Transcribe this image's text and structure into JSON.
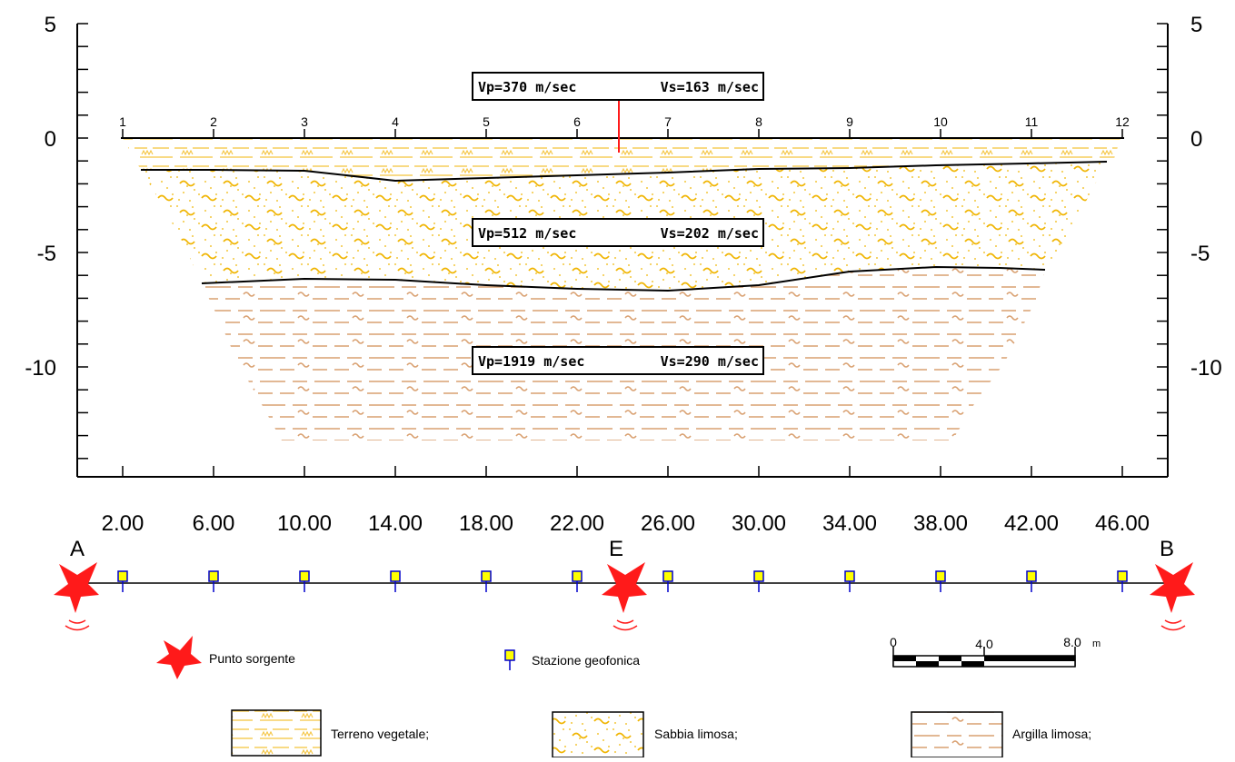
{
  "section": {
    "y_axis_ticks": [
      "5",
      "0",
      "-5",
      "-10"
    ],
    "x_axis_ticks": [
      "2.00",
      "6.00",
      "10.00",
      "14.00",
      "18.00",
      "22.00",
      "26.00",
      "30.00",
      "34.00",
      "38.00",
      "42.00",
      "46.00"
    ],
    "geophone_numbers": [
      "1",
      "2",
      "3",
      "4",
      "5",
      "6",
      "7",
      "8",
      "9",
      "10",
      "11",
      "12"
    ],
    "layers": [
      {
        "vp": "Vp=370  m/sec",
        "vs": "Vs=163  m/sec"
      },
      {
        "vp": "Vp=512  m/sec",
        "vs": "Vs=202  m/sec"
      },
      {
        "vp": "Vp=1919  m/sec",
        "vs": "Vs=290  m/sec"
      }
    ]
  },
  "array": {
    "point_labels": {
      "left": "A",
      "center": "E",
      "right": "B"
    }
  },
  "legend": {
    "source": "Punto sorgente",
    "geophone": "Stazione geofonica",
    "scale": {
      "zero": "0",
      "mid": "4.0",
      "end": "8.0",
      "unit": "m"
    },
    "materials": [
      "Terreno vegetale;",
      "Sabbia limosa;",
      "Argilla limosa;"
    ]
  },
  "colors": {
    "topsoil": "#f5c542",
    "silty_sand": "#f0b400",
    "silty_clay": "#d9a070",
    "source_star": "#ff1a1a",
    "geophone_fill": "#ffff00",
    "geophone_stroke": "#0000cc"
  }
}
